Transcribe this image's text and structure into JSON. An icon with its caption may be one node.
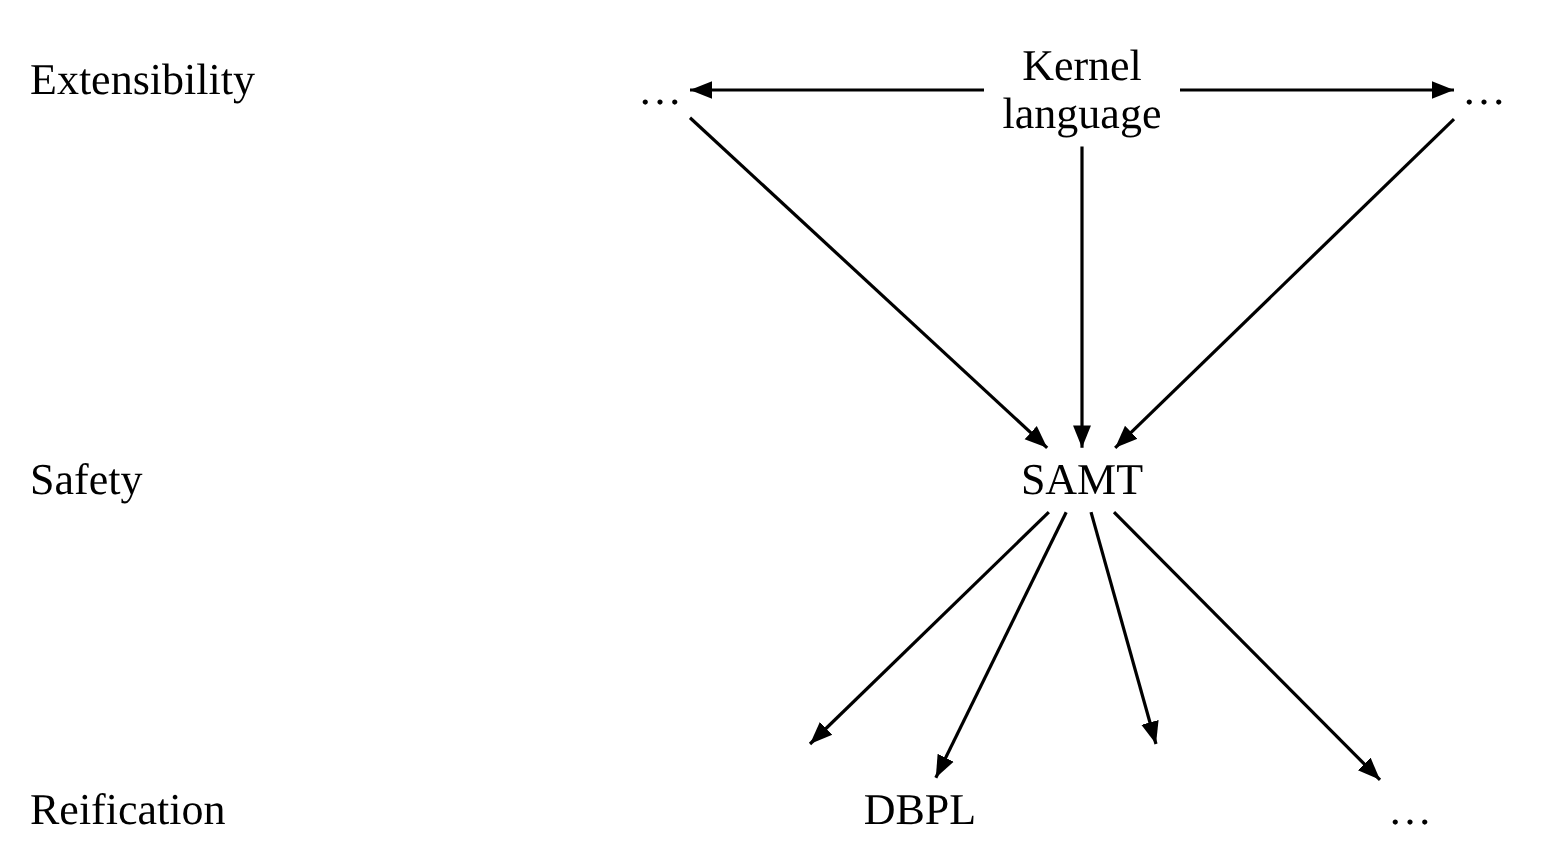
{
  "diagram": {
    "nodes": [
      {
        "text": [
          "…"
        ]
      },
      {
        "text": [
          "Kernel language"
        ]
      },
      {
        "text": [
          "…"
        ]
      },
      {
        "text": [
          "SAMT"
        ]
      },
      {
        "text": [
          "DBPL"
        ]
      },
      {
        "text": [
          "…"
        ]
      }
    ],
    "edges": [
      {
        "from": 1,
        "to": 0,
        "arrow": "to"
      },
      {
        "from": 1,
        "to": 2,
        "arrow": "to"
      },
      {
        "from": 0,
        "to": 3,
        "arrow": "to"
      },
      {
        "from": 1,
        "to": 3,
        "arrow": "to"
      },
      {
        "from": 2,
        "to": 3,
        "arrow": "to"
      },
      {
        "from": 3,
        "to": null,
        "arrow": "to"
      },
      {
        "from": 3,
        "to": 4,
        "arrow": "to"
      },
      {
        "from": 3,
        "to": null,
        "arrow": "to"
      },
      {
        "from": 3,
        "to": 5,
        "arrow": "to"
      }
    ],
    "labels": [
      "Extensibility",
      "Safety",
      "Reification"
    ]
  }
}
